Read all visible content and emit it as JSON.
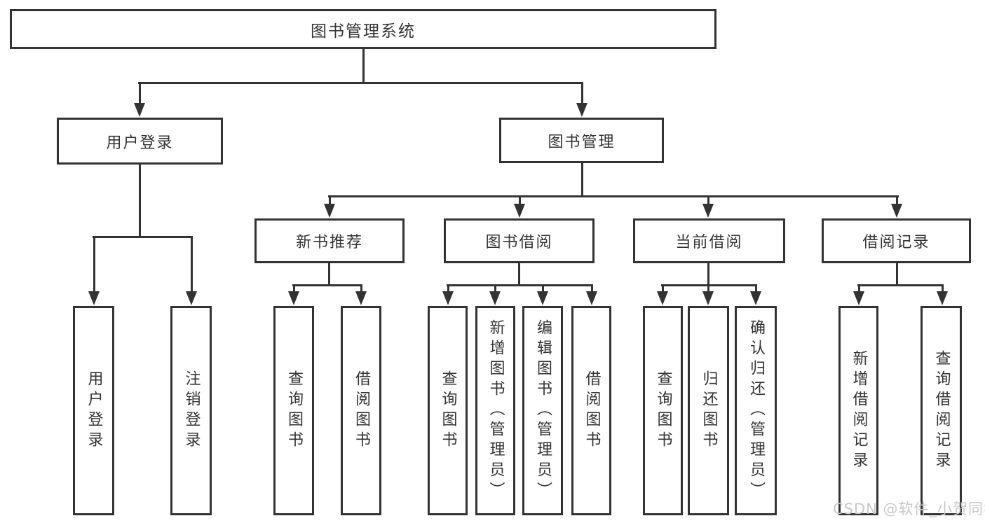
{
  "diagram_type": "hierarchy-tree",
  "nodes": {
    "root": {
      "label": "图书管理系统"
    },
    "level2": [
      {
        "label": "用户登录"
      },
      {
        "label": "图书管理"
      }
    ],
    "level3": [
      {
        "label": "新书推荐",
        "parent": "图书管理"
      },
      {
        "label": "图书借阅",
        "parent": "图书管理"
      },
      {
        "label": "当前借阅",
        "parent": "图书管理"
      },
      {
        "label": "借阅记录",
        "parent": "图书管理"
      }
    ],
    "leaves": [
      {
        "label": "用户登录",
        "parent": "用户登录"
      },
      {
        "label": "注销登录",
        "parent": "用户登录"
      },
      {
        "label": "查询图书",
        "parent": "新书推荐"
      },
      {
        "label": "借阅图书",
        "parent": "新书推荐"
      },
      {
        "label": "查询图书",
        "parent": "图书借阅"
      },
      {
        "label": "新增图书（管理员）",
        "parent": "图书借阅"
      },
      {
        "label": "编辑图书（管理员）",
        "parent": "图书借阅"
      },
      {
        "label": "借阅图书",
        "parent": "图书借阅"
      },
      {
        "label": "查询图书",
        "parent": "当前借阅"
      },
      {
        "label": "归还图书",
        "parent": "当前借阅"
      },
      {
        "label": "确认归还（管理员）",
        "parent": "当前借阅"
      },
      {
        "label": "新增借阅记录",
        "parent": "借阅记录"
      },
      {
        "label": "查询借阅记录",
        "parent": "借阅记录"
      }
    ]
  },
  "watermark": {
    "text": "CSDN @软件_小贺同学"
  },
  "colors": {
    "line": "#333333",
    "text": "#333333",
    "watermark": "#c9c9c9",
    "background": "#ffffff"
  }
}
